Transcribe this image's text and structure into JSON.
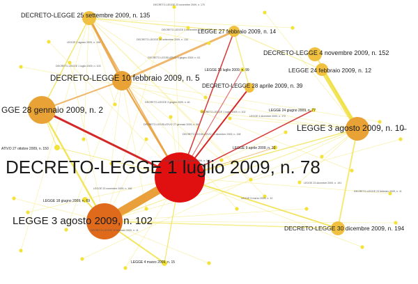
{
  "colors": {
    "center": "#e01010",
    "strong_orange": "#e06a1c",
    "orange": "#e8a236",
    "gold": "#f0c040",
    "yellow": "#f2e23a",
    "edge_red": "#d01010",
    "edge_orange": "#e89a30",
    "edge_yellow": "#f0e040",
    "edge_pale": "#f6ec90"
  },
  "nodes": [
    {
      "id": "n78",
      "label": "DECRETO-LEGGE 1 luglio 2009, n. 78",
      "color": "center"
    },
    {
      "id": "n102",
      "label": "LEGGE 3 agosto 2009, n. 102",
      "color": "strong_orange"
    },
    {
      "id": "n2",
      "label": "GGE 28 gennaio 2009, n. 2",
      "color": "orange"
    },
    {
      "id": "n5",
      "label": "DECRETO-LEGGE 10 febbraio 2009, n. 5",
      "color": "orange"
    },
    {
      "id": "n135",
      "label": "DECRETO-LEGGE 25 settembre 2009, n. 135",
      "color": "gold"
    },
    {
      "id": "n14",
      "label": "LEGGE 27 febbraio 2009, n. 14",
      "color": "gold"
    },
    {
      "id": "n152",
      "label": "DECRETO-LEGGE 4 novembre 2009, n. 152",
      "color": "gold"
    },
    {
      "id": "n12",
      "label": "LEGGE 24 febbraio 2009, n. 12",
      "color": "gold"
    },
    {
      "id": "n39",
      "label": "DECRETO-LEGGE 28 aprile 2009, n. 39",
      "color": "gold"
    },
    {
      "id": "n108",
      "label": "LEGGE 3 agosto 2009, n. 10̶",
      "color": "orange"
    },
    {
      "id": "n194",
      "label": "DECRETO-LEGGE 30 dicembre 2009, n. 194",
      "color": "gold"
    },
    {
      "id": "n99",
      "label": "LEGGE 23 luglio 2009, n. 99",
      "color": "yellow"
    },
    {
      "id": "n77",
      "label": "LEGGE 24 giugno 2009, n. 77",
      "color": "yellow"
    },
    {
      "id": "n33",
      "label": "LEGGE 9 aprile 2009, n. 33",
      "color": "yellow"
    },
    {
      "id": "n89",
      "label": "LEGGE 18 giugno 2009, n. 69",
      "color": "yellow"
    },
    {
      "id": "n13",
      "label": "LEGGE 4 marzo 2009, n. 15",
      "color": "yellow"
    },
    {
      "id": "n150",
      "label": "ATIVO 27 ottobre 2009, n. 150",
      "color": "yellow"
    }
  ],
  "tiny_labels": [
    "DECRETO-LEGGE 23 novembre 2009, n. 170",
    "DECRETO-LEGGE 3 novembre 2009, n. 167",
    "DECRETO-LEGGE 25 settembre 2009, n. 134",
    "LEGGE 2 agosto 2009, n. 106",
    "DECRETO-LEGGE 1 luglio 2009, n. 103",
    "DECRETO LEGISLATIVO 5 giugno 2009, n. 61",
    "DECRETO-LEGGE 3 giugno 2009, n. 61",
    "DECRETO LEGISLATIVO 27 gennaio 2009, n. 58",
    "DECRETO-LEGGE 5 agosto 2009, n. 100",
    "LEGGE 23 dicembre 2009, n. 191",
    "LEGGE 20 novembre 2009, n. 166",
    "DECRETO-LEGGE 10 febbraio 2009, n. 11",
    "LEGGE 5 marzo 2009, n. 10",
    "DECRETO-LEGGE 1 luglio 2009, n. 102",
    "LEGGE 4 dicembre 2009, n. 172",
    "DECRETO LEGISLATIVO 30 dicembre 2009, n. 198",
    "DECRETO-LEGGE 23 febbraio 2009, n. 11"
  ]
}
